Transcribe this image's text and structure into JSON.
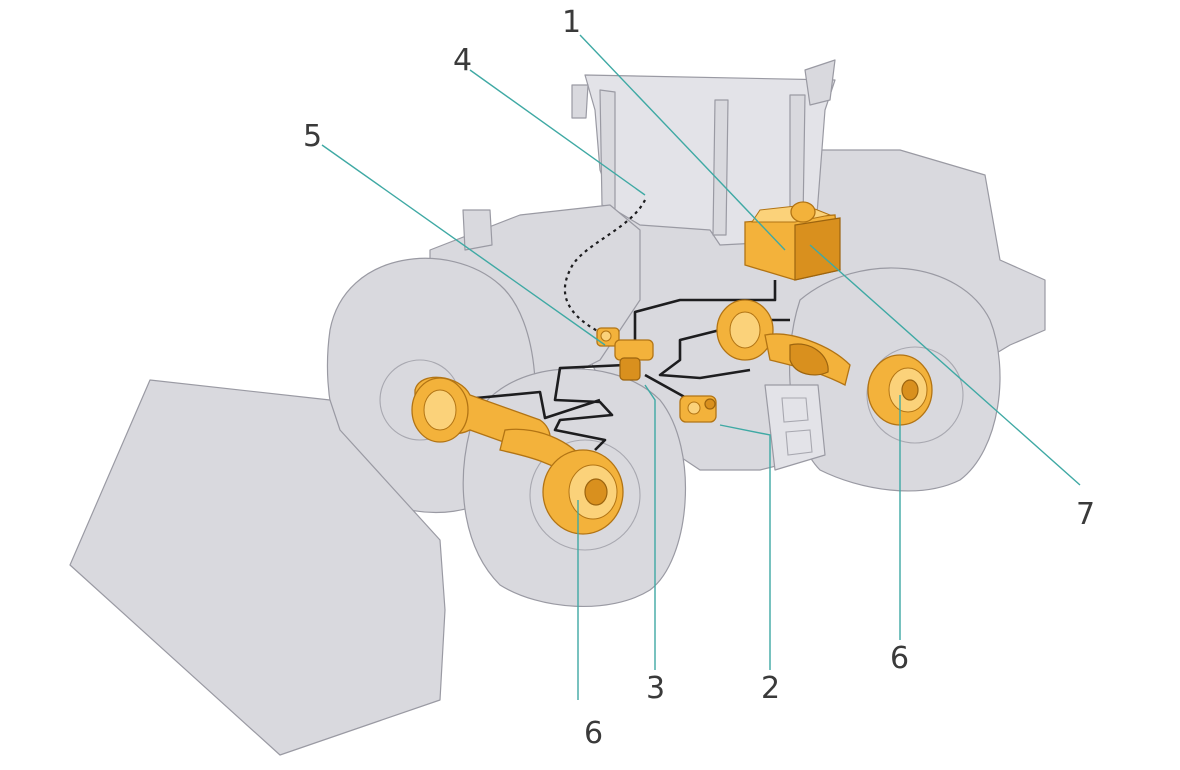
{
  "callouts": [
    {
      "id": "c1",
      "label": "1"
    },
    {
      "id": "c2",
      "label": "2"
    },
    {
      "id": "c3",
      "label": "3"
    },
    {
      "id": "c4",
      "label": "4"
    },
    {
      "id": "c5",
      "label": "5"
    },
    {
      "id": "c6a",
      "label": "6"
    },
    {
      "id": "c6b",
      "label": "6"
    },
    {
      "id": "c7",
      "label": "7"
    }
  ],
  "colors": {
    "component": "#f3b23b",
    "machine_body": "#d9d9de",
    "leader_line": "#3fa9a4",
    "pipe": "#1d1d1f"
  }
}
